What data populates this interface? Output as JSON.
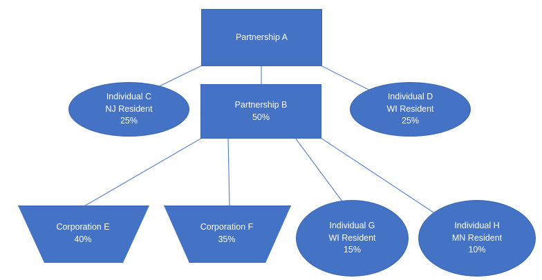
{
  "diagram": {
    "title": "Ownership structure chart",
    "colors": {
      "node_fill": "#4472C4",
      "node_border": "#3A65B0",
      "connector": "#5B85CF",
      "text": "#FFFFFF",
      "background": "#FFFFFF"
    },
    "nodes": [
      {
        "id": "partnership-a",
        "shape": "rectangle",
        "lines": [
          "Partnership A"
        ],
        "name": "Partnership A"
      },
      {
        "id": "individual-c",
        "shape": "ellipse",
        "lines": [
          "Individual C",
          "NJ Resident",
          "25%"
        ],
        "name": "Individual C",
        "residency": "NJ Resident",
        "percent": "25%"
      },
      {
        "id": "partnership-b",
        "shape": "rectangle",
        "lines": [
          "Partnership B",
          "50%"
        ],
        "name": "Partnership B",
        "percent": "50%"
      },
      {
        "id": "individual-d",
        "shape": "ellipse",
        "lines": [
          "Individual D",
          "WI Resident",
          "25%"
        ],
        "name": "Individual D",
        "residency": "WI Resident",
        "percent": "25%"
      },
      {
        "id": "corporation-e",
        "shape": "trapezoid",
        "lines": [
          "Corporation E",
          "40%"
        ],
        "name": "Corporation E",
        "percent": "40%"
      },
      {
        "id": "corporation-f",
        "shape": "trapezoid",
        "lines": [
          "Corporation F",
          "35%"
        ],
        "name": "Corporation F",
        "percent": "35%"
      },
      {
        "id": "individual-g",
        "shape": "ellipse",
        "lines": [
          "Individual G",
          "WI Resident",
          "15%"
        ],
        "name": "Individual G",
        "residency": "WI Resident",
        "percent": "15%"
      },
      {
        "id": "individual-h",
        "shape": "ellipse",
        "lines": [
          "Individual H",
          "MN Resident",
          "10%"
        ],
        "name": "Individual H",
        "residency": "MN Resident",
        "percent": "10%"
      }
    ],
    "edges": [
      {
        "from": "partnership-a",
        "to": "individual-c"
      },
      {
        "from": "partnership-a",
        "to": "partnership-b"
      },
      {
        "from": "partnership-a",
        "to": "individual-d"
      },
      {
        "from": "partnership-b",
        "to": "corporation-e"
      },
      {
        "from": "partnership-b",
        "to": "corporation-f"
      },
      {
        "from": "partnership-b",
        "to": "individual-g"
      },
      {
        "from": "partnership-b",
        "to": "individual-h"
      }
    ],
    "labels": {
      "partnership_a_l1": "Partnership A",
      "individual_c_l1": "Individual C",
      "individual_c_l2": "NJ Resident",
      "individual_c_l3": "25%",
      "partnership_b_l1": "Partnership B",
      "partnership_b_l2": "50%",
      "individual_d_l1": "Individual D",
      "individual_d_l2": "WI Resident",
      "individual_d_l3": "25%",
      "corporation_e_l1": "Corporation E",
      "corporation_e_l2": "40%",
      "corporation_f_l1": "Corporation F",
      "corporation_f_l2": "35%",
      "individual_g_l1": "Individual G",
      "individual_g_l2": "WI Resident",
      "individual_g_l3": "15%",
      "individual_h_l1": "Individual H",
      "individual_h_l2": "MN Resident",
      "individual_h_l3": "10%"
    }
  }
}
